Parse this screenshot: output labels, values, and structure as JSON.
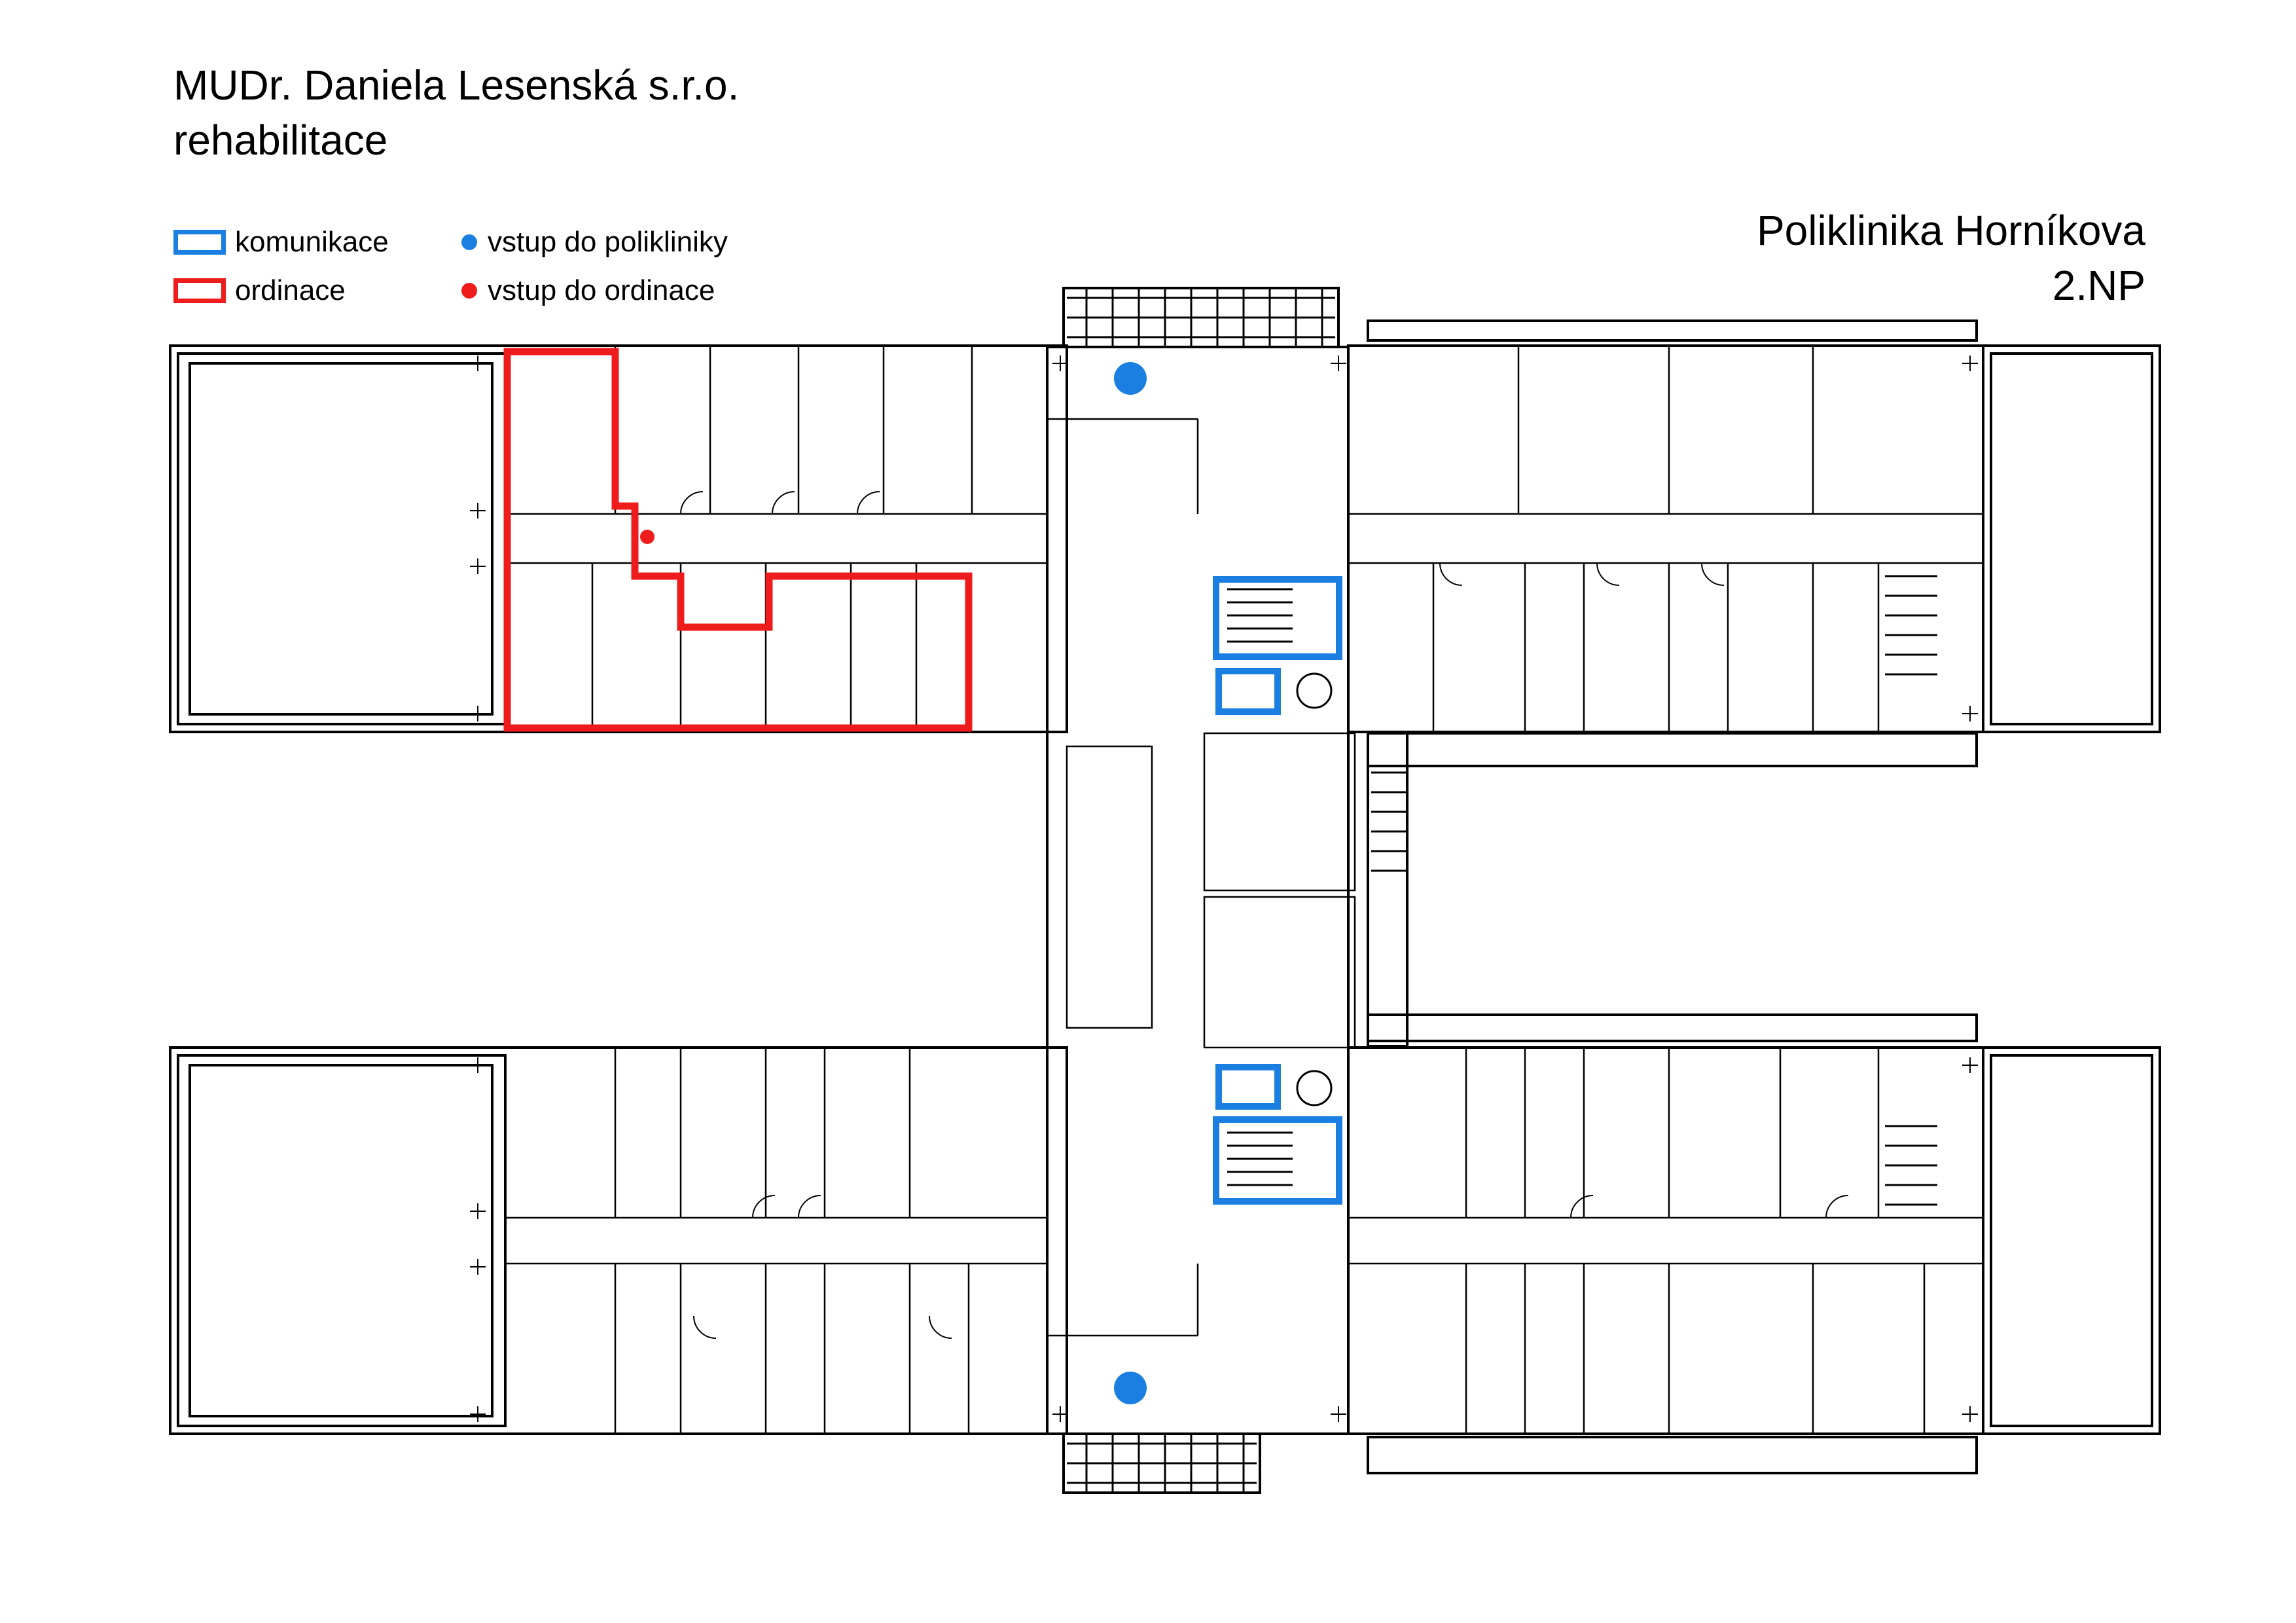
{
  "header": {
    "company": "MUDr. Daniela Lesenská s.r.o.",
    "department": "rehabilitace"
  },
  "building": {
    "name": "Poliklinika Horníkova",
    "floor": "2.NP"
  },
  "legend": {
    "communication": {
      "label": "komunikace",
      "color": "#1a7fe0"
    },
    "office": {
      "label": "ordinace",
      "color": "#ee1c1c"
    },
    "clinic_entrance": {
      "label": "vstup do polikliniky",
      "color": "#1a7fe0"
    },
    "office_entrance": {
      "label": "vstup do ordinace",
      "color": "#ee1c1c"
    }
  }
}
